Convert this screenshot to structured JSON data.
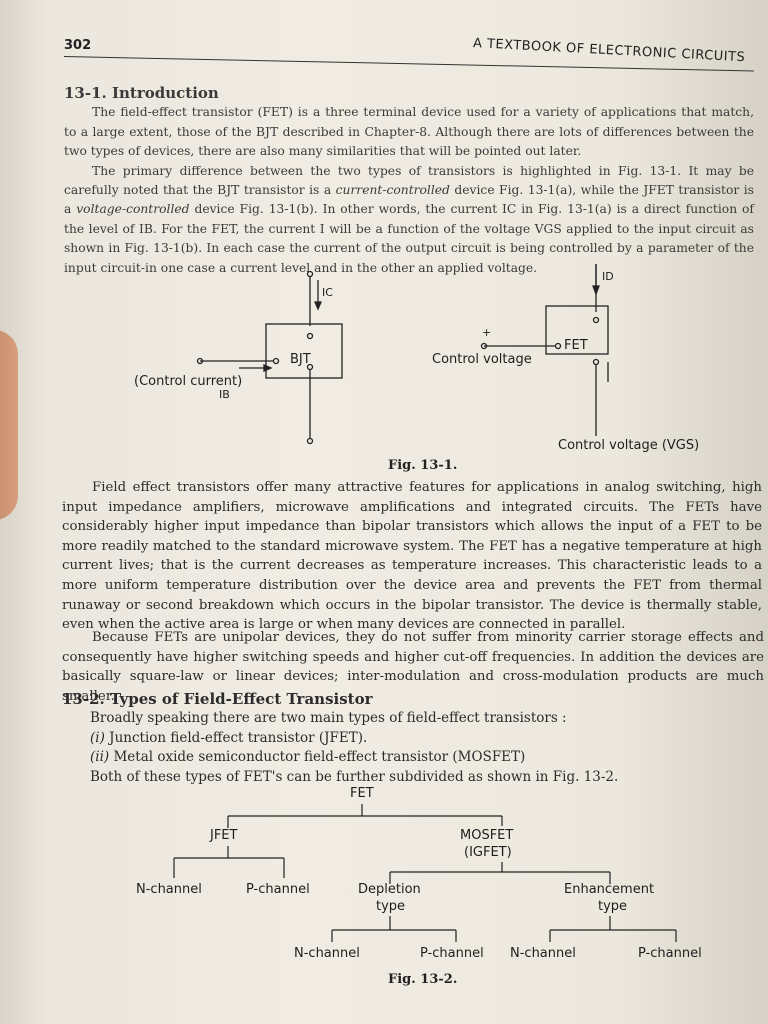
{
  "header": {
    "page_number": "302",
    "book_title": "A TEXTBOOK OF ELECTRONIC CIRCUITS"
  },
  "section1": {
    "heading": "13-1. Introduction",
    "para1": "The field-effect transistor (FET) is a three terminal device used for a variety of applications that match, to a large extent, those of the BJT described in Chapter-8. Although there are lots of differences between the two types of devices, there are also many similarities that will be pointed out later.",
    "para2_a": "The primary difference between the two types of transistors is highlighted in Fig. 13-1. It may be carefully noted that the BJT transistor is a ",
    "para2_em1": "current-controlled",
    "para2_b": " device Fig. 13-1(a), while the JFET transistor is a ",
    "para2_em2": "voltage-controlled",
    "para2_c": " device Fig. 13-1(b). In other words, the current IC in Fig. 13-1(a) is a direct function of the level of IB. For the FET, the current I will be a function of the voltage VGS applied to the input circuit as shown in Fig. 13-1(b). In each case the current of the output circuit is being controlled by a parameter of the input circuit-in one case a current level and in the other an applied voltage."
  },
  "fig1": {
    "bjt_label": "BJT",
    "ic_label": "IC",
    "ib_label": "IB",
    "control_current": "(Control current)",
    "fet_label": "FET",
    "id_label": "ID",
    "plus": "+",
    "control_voltage": "Control voltage",
    "control_voltage_vgs": "Control voltage (VGS)",
    "caption": "Fig. 13-1."
  },
  "para3": "Field effect transistors offer many attractive features for applications in analog switching, high input impedance amplifiers, microwave amplifications and integrated circuits. The FETs have considerably higher input impedance than bipolar transistors which allows the input of a FET to be more readily matched to the standard microwave system. The FET has a negative temperature at high current lives; that is the current decreases as temperature increases. This characteristic leads to a more uniform temperature distribution over the device area and prevents the FET from thermal runaway or second breakdown which occurs in the bipolar transistor. The device is thermally stable, even when the active area is large or when many devices are connected in parallel.",
  "para4": "Because FETs are unipolar devices, they do not suffer from minority carrier storage effects and consequently have higher switching speeds and higher cut-off frequencies. In addition the devices are basically square-law or linear devices; inter-modulation and cross-modulation products are much smaller.",
  "section2": {
    "heading": "13-2. Types of Field-Effect Transistor",
    "line1": "Broadly speaking there are two main types of field-effect transistors :",
    "item1_num": "(i)",
    "item1": " Junction field-effect transistor (JFET).",
    "item2_num": "(ii)",
    "item2": " Metal oxide semiconductor field-effect transistor (MOSFET)",
    "line2": "Both of these types of FET's can be further subdivided as shown in Fig. 13-2."
  },
  "fig2": {
    "root": "FET",
    "jfet": "JFET",
    "mosfet": "MOSFET",
    "igfet": "(IGFET)",
    "jfet_n": "N-channel",
    "jfet_p": "P-channel",
    "depletion": "Depletion",
    "depletion_type": "type",
    "enhancement": "Enhancement",
    "enhancement_type": "type",
    "dep_n": "N-channel",
    "dep_p": "P-channel",
    "enh_n": "N-channel",
    "enh_p": "P-channel",
    "caption": "Fig. 13-2."
  }
}
